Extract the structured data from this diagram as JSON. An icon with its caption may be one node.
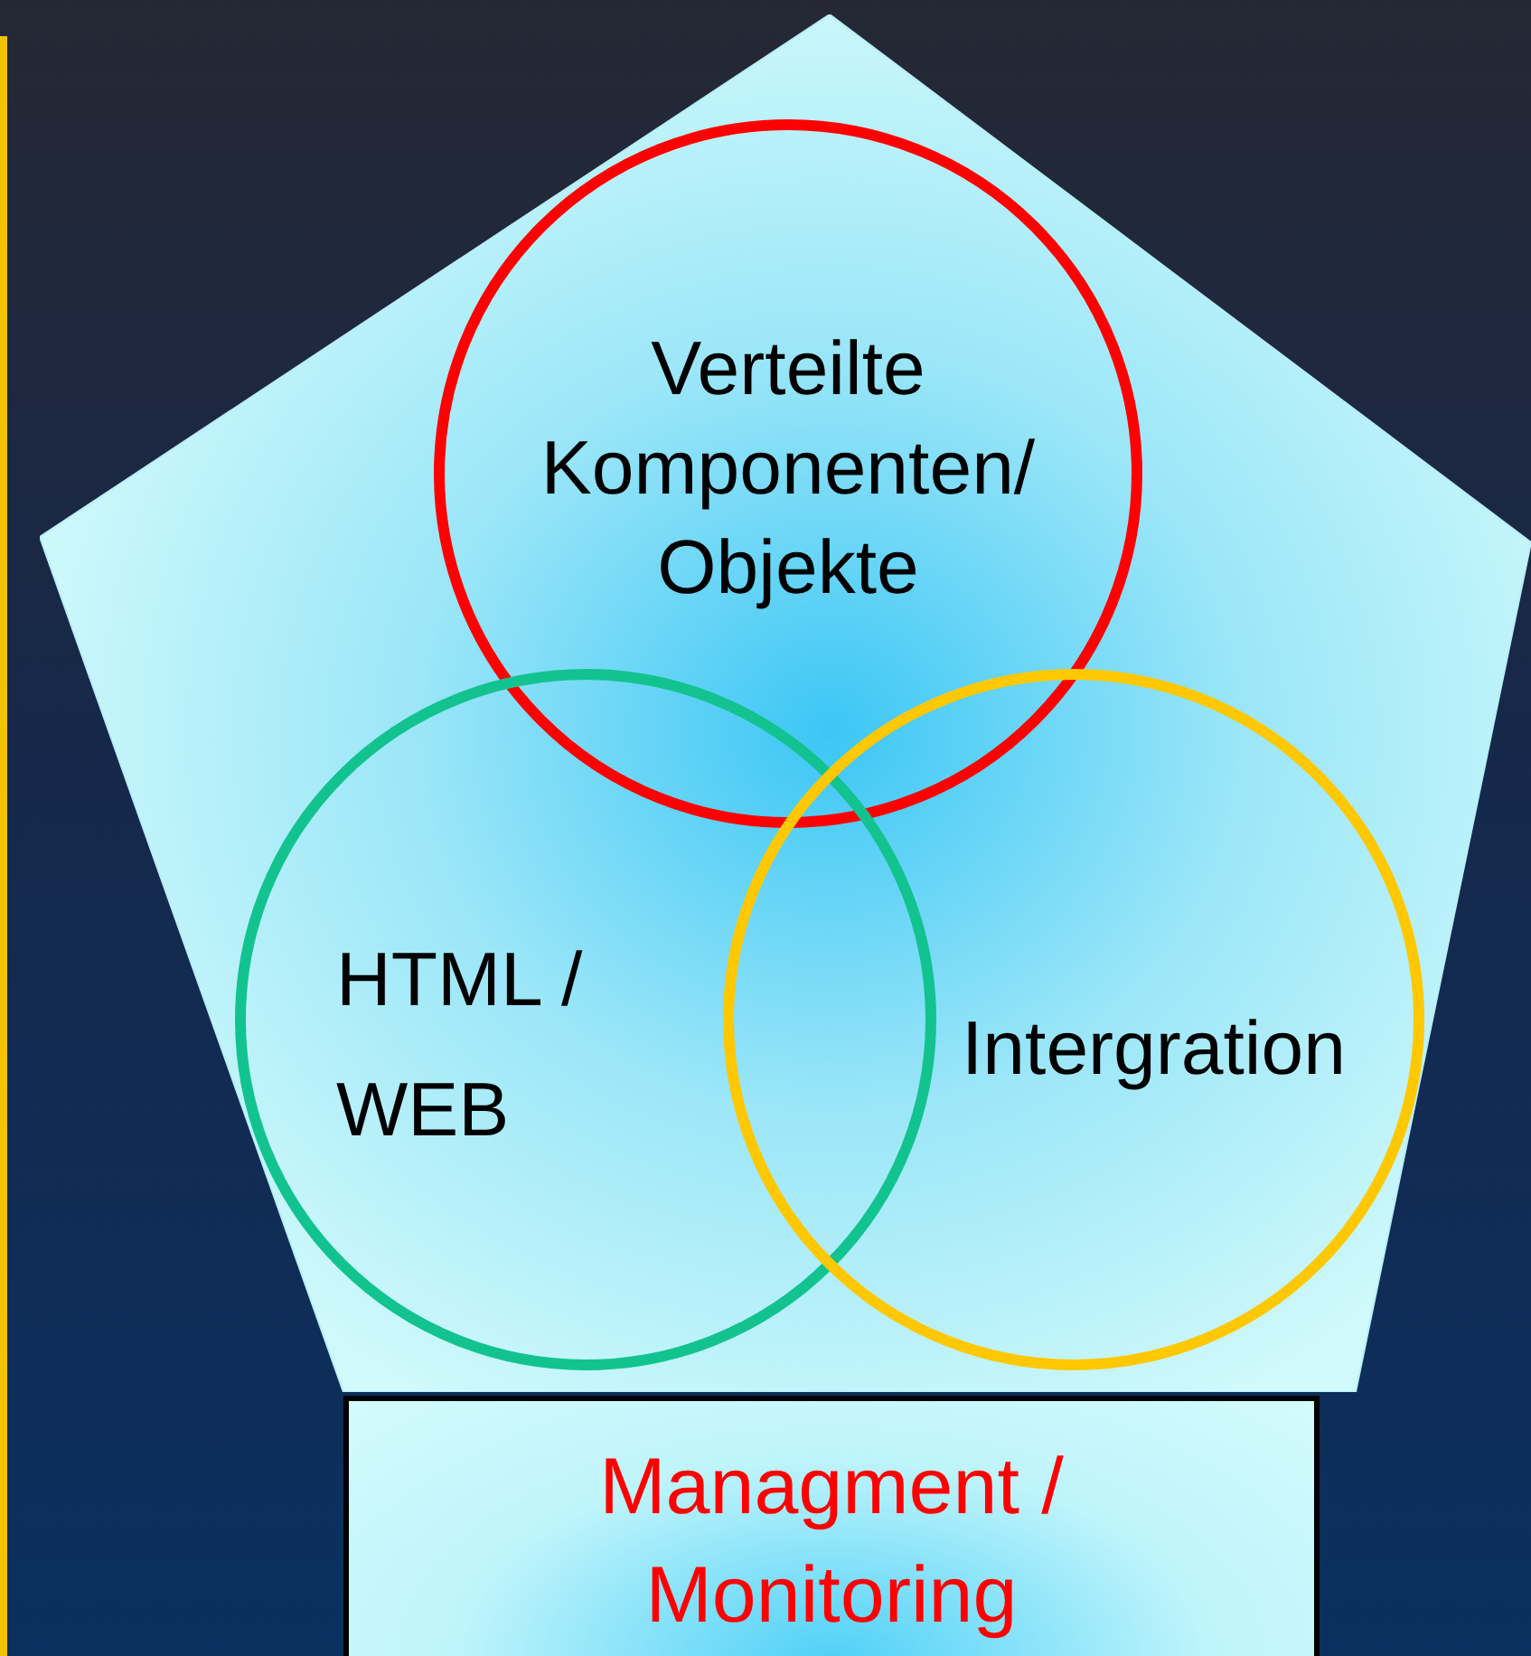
{
  "diagram": {
    "nodes": [
      {
        "text": [],
        "shape": "pentagon"
      },
      {
        "text": [
          "Verteilte Komponenten/ Objekte"
        ],
        "in": 0
      },
      {
        "text": [
          "HTML / WEB"
        ],
        "in": 0
      },
      {
        "text": [
          "Intergration"
        ],
        "in": 0
      },
      {
        "text": [
          "Managment / Monitoring"
        ]
      }
    ]
  }
}
